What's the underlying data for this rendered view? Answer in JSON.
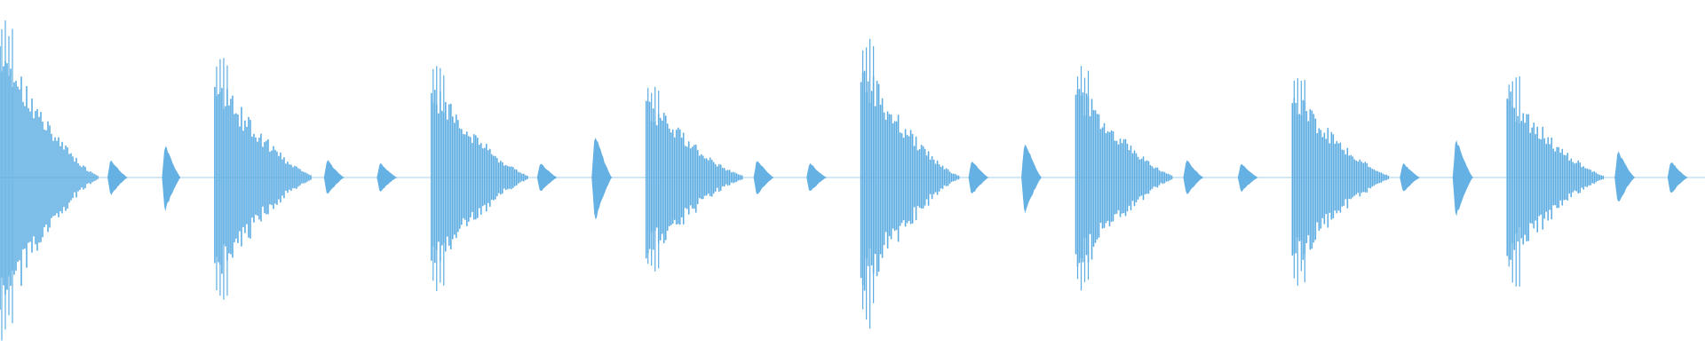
{
  "waveform": {
    "color": "#5DADE2",
    "background": "#FFFFFF",
    "baseline": "center",
    "hits": [
      {
        "t": 0.0,
        "amp": 0.88,
        "dur": 0.06,
        "kind": "kick"
      },
      {
        "t": 0.063,
        "amp": 0.12,
        "dur": 0.012,
        "kind": "tick"
      },
      {
        "t": 0.095,
        "amp": 0.23,
        "dur": 0.011,
        "kind": "tick"
      },
      {
        "t": 0.126,
        "amp": 0.68,
        "dur": 0.06,
        "kind": "kick"
      },
      {
        "t": 0.19,
        "amp": 0.12,
        "dur": 0.012,
        "kind": "tick"
      },
      {
        "t": 0.221,
        "amp": 0.1,
        "dur": 0.012,
        "kind": "tick"
      },
      {
        "t": 0.253,
        "amp": 0.63,
        "dur": 0.06,
        "kind": "kick"
      },
      {
        "t": 0.315,
        "amp": 0.1,
        "dur": 0.012,
        "kind": "tick"
      },
      {
        "t": 0.347,
        "amp": 0.3,
        "dur": 0.012,
        "kind": "tick"
      },
      {
        "t": 0.379,
        "amp": 0.53,
        "dur": 0.06,
        "kind": "kick"
      },
      {
        "t": 0.442,
        "amp": 0.12,
        "dur": 0.012,
        "kind": "tick"
      },
      {
        "t": 0.473,
        "amp": 0.1,
        "dur": 0.012,
        "kind": "tick"
      },
      {
        "t": 0.505,
        "amp": 0.78,
        "dur": 0.06,
        "kind": "kick"
      },
      {
        "t": 0.568,
        "amp": 0.12,
        "dur": 0.012,
        "kind": "tick"
      },
      {
        "t": 0.599,
        "amp": 0.25,
        "dur": 0.012,
        "kind": "tick"
      },
      {
        "t": 0.631,
        "amp": 0.62,
        "dur": 0.06,
        "kind": "kick"
      },
      {
        "t": 0.694,
        "amp": 0.12,
        "dur": 0.012,
        "kind": "tick"
      },
      {
        "t": 0.726,
        "amp": 0.1,
        "dur": 0.012,
        "kind": "tick"
      },
      {
        "t": 0.758,
        "amp": 0.57,
        "dur": 0.06,
        "kind": "kick"
      },
      {
        "t": 0.821,
        "amp": 0.1,
        "dur": 0.012,
        "kind": "tick"
      },
      {
        "t": 0.852,
        "amp": 0.27,
        "dur": 0.012,
        "kind": "tick"
      },
      {
        "t": 0.884,
        "amp": 0.58,
        "dur": 0.06,
        "kind": "kick"
      },
      {
        "t": 0.947,
        "amp": 0.18,
        "dur": 0.012,
        "kind": "tick"
      },
      {
        "t": 0.978,
        "amp": 0.11,
        "dur": 0.012,
        "kind": "tick"
      }
    ]
  }
}
